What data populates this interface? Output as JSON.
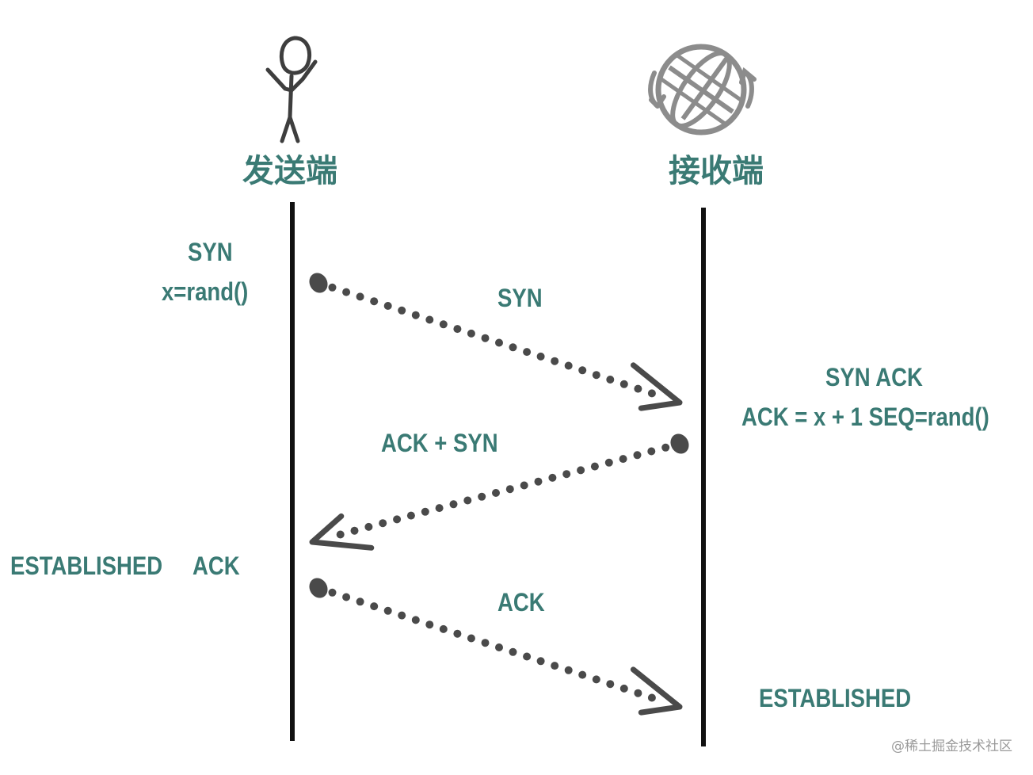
{
  "participants": {
    "sender": {
      "label": "发送端",
      "icon": "stick-figure-icon"
    },
    "receiver": {
      "label": "接收端",
      "icon": "globe-sync-icon"
    }
  },
  "steps": {
    "step1_sender_note": {
      "line1": "SYN",
      "line2": "x=rand()"
    },
    "step1_message": "SYN",
    "step2_receiver_note": {
      "line1": "SYN ACK",
      "line2": "ACK = x + 1 SEQ=rand()"
    },
    "step2_message": "ACK + SYN",
    "step3_sender_state": "ESTABLISHED",
    "step3_sender_note": "ACK",
    "step3_message": "ACK",
    "step3_receiver_state": "ESTABLISHED"
  },
  "watermark": "@稀土掘金技术社区",
  "colors": {
    "label": "#3a7a74",
    "line": "#111111",
    "dots": "#4a4a4a",
    "globe": "#8a8a8a"
  }
}
